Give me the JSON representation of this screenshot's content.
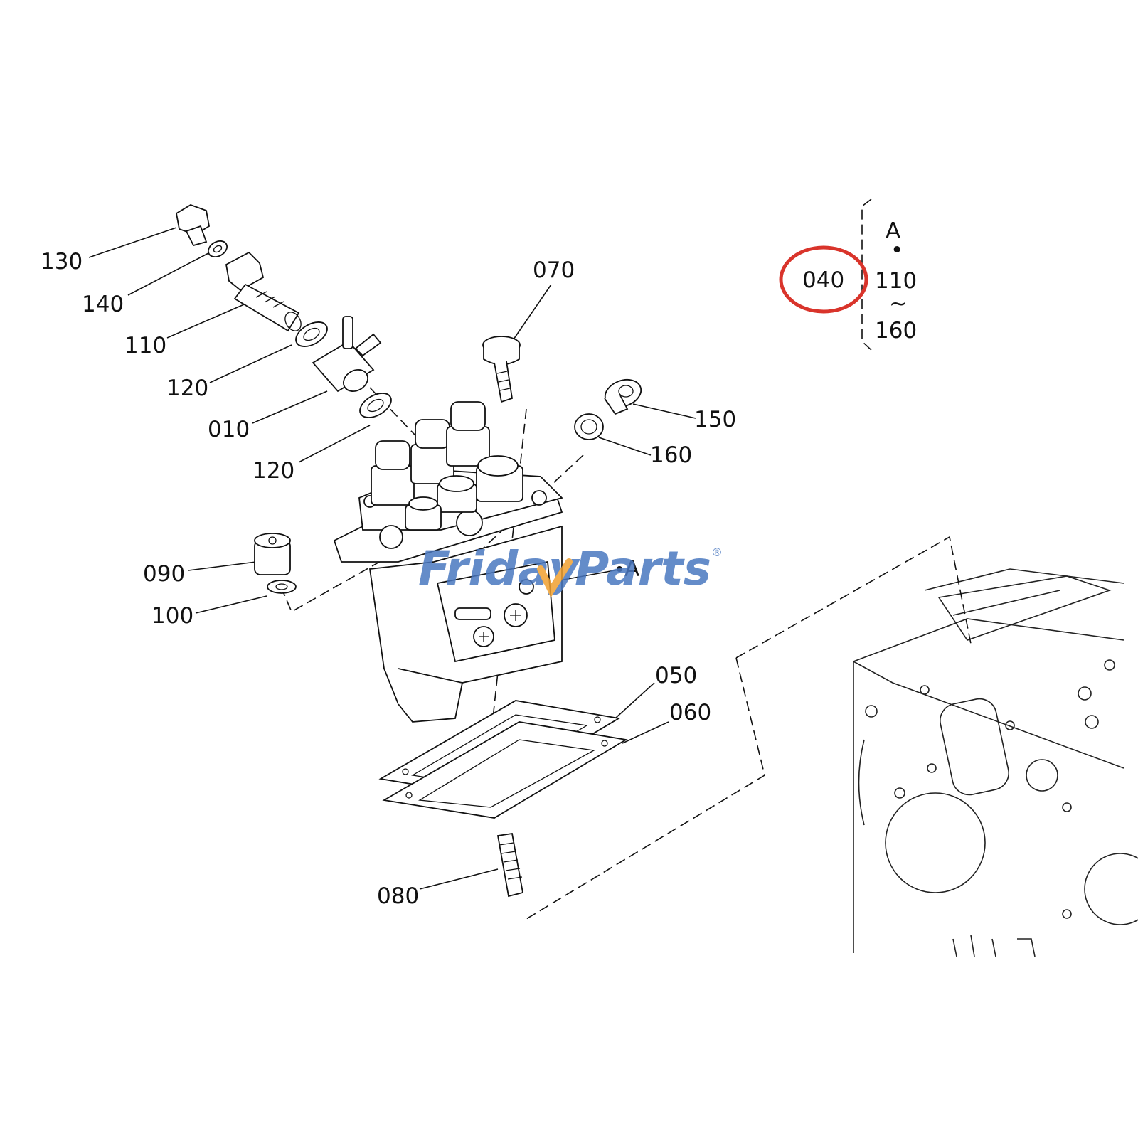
{
  "callouts": {
    "c130": "130",
    "c140": "140",
    "c110": "110",
    "c120a": "120",
    "c010": "010",
    "c120b": "120",
    "c070": "070",
    "c150": "150",
    "c160": "160",
    "c090": "090",
    "c100": "100",
    "c050": "050",
    "c060": "060",
    "c080": "080",
    "ref_a": "A"
  },
  "group_bracket": {
    "highlighted_part": "040",
    "items": [
      "A",
      "•",
      "110",
      "~",
      "160"
    ]
  },
  "watermark": {
    "text_part1": "Friday",
    "text_part2": "Parts",
    "registered_mark": "®",
    "blue": "#4a78c0",
    "orange": "#f0a030"
  },
  "highlight_color": "#d9342b"
}
